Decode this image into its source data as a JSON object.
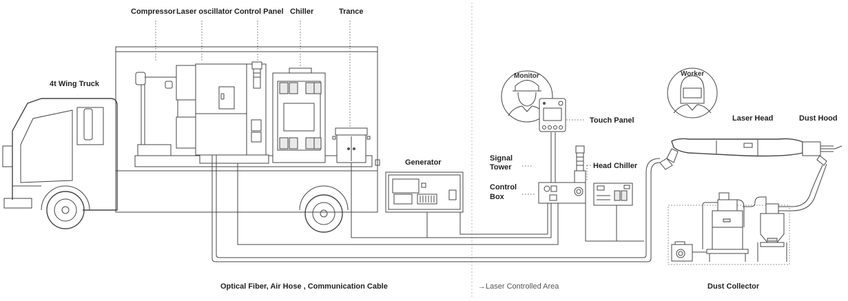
{
  "labels": {
    "compressor": "Compressor",
    "laser_oscillator": "Laser oscillator",
    "control_panel": "Control Panel",
    "chiller": "Chiller",
    "trance": "Trance",
    "truck": "4t Wing Truck",
    "generator": "Generator",
    "monitor": "Monitor",
    "touch_panel": "Touch Panel",
    "signal_tower_line1": "Signal",
    "signal_tower_line2": "Tower",
    "control_box_line1": "Control",
    "control_box_line2": "Box",
    "head_chiller": "Head Chiller",
    "worker": "Worker",
    "laser_head": "Laser Head",
    "dust_hood": "Dust Hood",
    "cables": "Optical Fiber, Air Hose , Communication Cable",
    "controlled_area": "→Laser Controlled Area",
    "dust_collector": "Dust Collector"
  },
  "colors": {
    "line": "#444444",
    "text": "#222222",
    "divider": "#bbbbbb"
  }
}
